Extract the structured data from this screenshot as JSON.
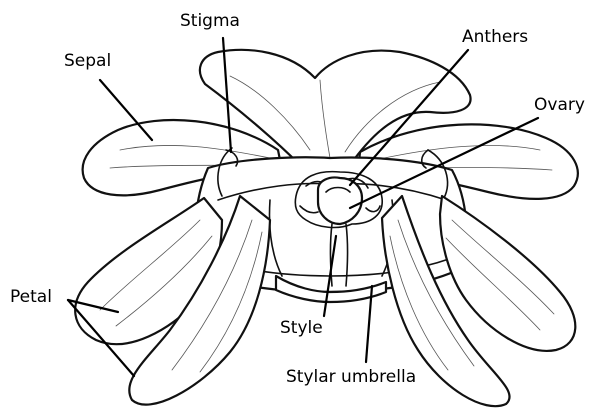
{
  "labels": {
    "stigma": "Stigma",
    "anthers": "Anthers",
    "sepal": "Sepal",
    "ovary": "Ovary",
    "petal": "Petal",
    "style": "Style",
    "stylar_umbrella": "Stylar umbrella"
  },
  "colors": {
    "line": "#111111",
    "background": "#ffffff"
  }
}
